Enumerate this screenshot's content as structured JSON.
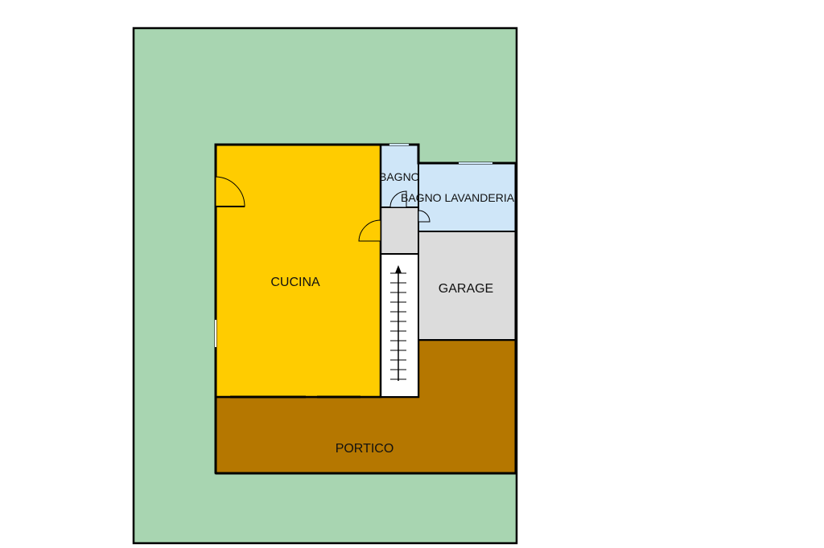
{
  "colors": {
    "garden": "#a8d5b1",
    "cucina": "#ffcc00",
    "bagno": "#cfe6f8",
    "garage": "#dcdcdc",
    "portico": "#b57700",
    "stairs": "#ffffff",
    "wall": "#000000"
  },
  "rooms": {
    "cucina": "CUCINA",
    "bagno": "BAGNO",
    "bagno_lavanderia": "BAGNO LAVANDERIA",
    "garage": "GARAGE",
    "portico": "PORTICO"
  },
  "stairs": {
    "steps": 12
  }
}
